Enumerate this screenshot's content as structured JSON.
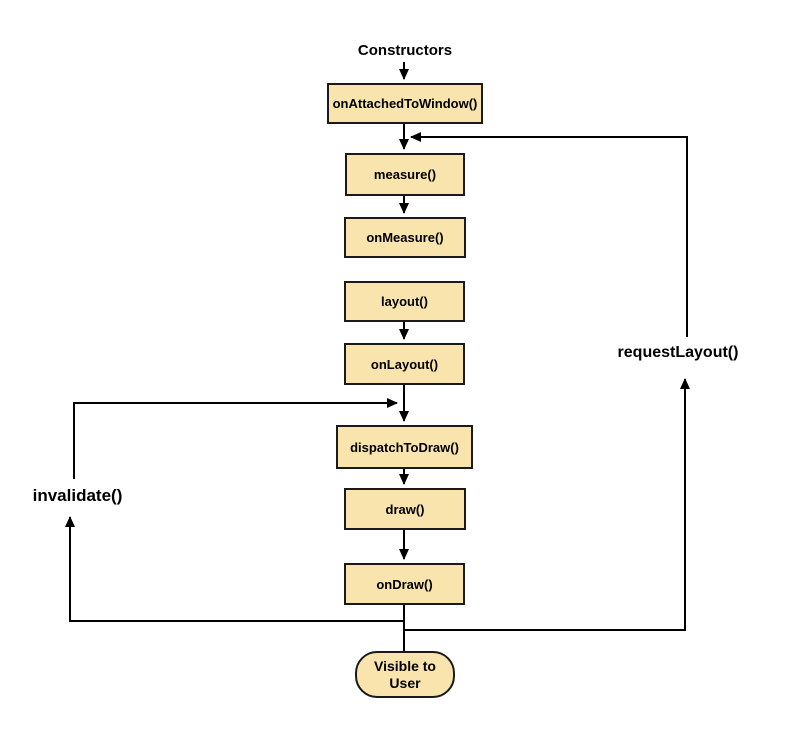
{
  "diagram": {
    "title": "Constructors",
    "nodes": [
      {
        "id": "on-attached-to-window",
        "label": "onAttachedToWindow()"
      },
      {
        "id": "measure",
        "label": "measure()"
      },
      {
        "id": "on-measure",
        "label": "onMeasure()"
      },
      {
        "id": "layout",
        "label": "layout()"
      },
      {
        "id": "on-layout",
        "label": "onLayout()"
      },
      {
        "id": "dispatch-to-draw",
        "label": "dispatchToDraw()"
      },
      {
        "id": "draw",
        "label": "draw()"
      },
      {
        "id": "on-draw",
        "label": "onDraw()"
      },
      {
        "id": "visible-to-user",
        "label": "Visible to User"
      }
    ],
    "loop_labels": {
      "invalidate": "invalidate()",
      "request_layout": "requestLayout()"
    },
    "edges": [
      {
        "from": "Constructors",
        "to": "onAttachedToWindow()",
        "type": "arrow"
      },
      {
        "from": "onAttachedToWindow()",
        "to": "measure()",
        "type": "arrow"
      },
      {
        "from": "measure()",
        "to": "onMeasure()",
        "type": "arrow"
      },
      {
        "from": "layout()",
        "to": "onLayout()",
        "type": "arrow"
      },
      {
        "from": "onLayout()",
        "to": "dispatchToDraw()",
        "type": "arrow"
      },
      {
        "from": "dispatchToDraw()",
        "to": "draw()",
        "type": "arrow"
      },
      {
        "from": "draw()",
        "to": "onDraw()",
        "type": "arrow"
      },
      {
        "from": "onDraw()",
        "to": "Visible to User",
        "type": "line"
      },
      {
        "from": "onDraw()",
        "to": "invalidate()",
        "type": "loop-left-arrow"
      },
      {
        "from": "invalidate()",
        "to": "dispatchToDraw()",
        "type": "loop-return-arrow"
      },
      {
        "from": "onDraw()",
        "to": "requestLayout()",
        "type": "loop-right-arrow"
      },
      {
        "from": "requestLayout()",
        "to": "measure()",
        "type": "loop-return-arrow"
      }
    ],
    "colors": {
      "node_fill": "#F8E4AC",
      "node_border": "#1A1A1A",
      "connector": "#000000",
      "background": "#FFFFFF"
    }
  }
}
